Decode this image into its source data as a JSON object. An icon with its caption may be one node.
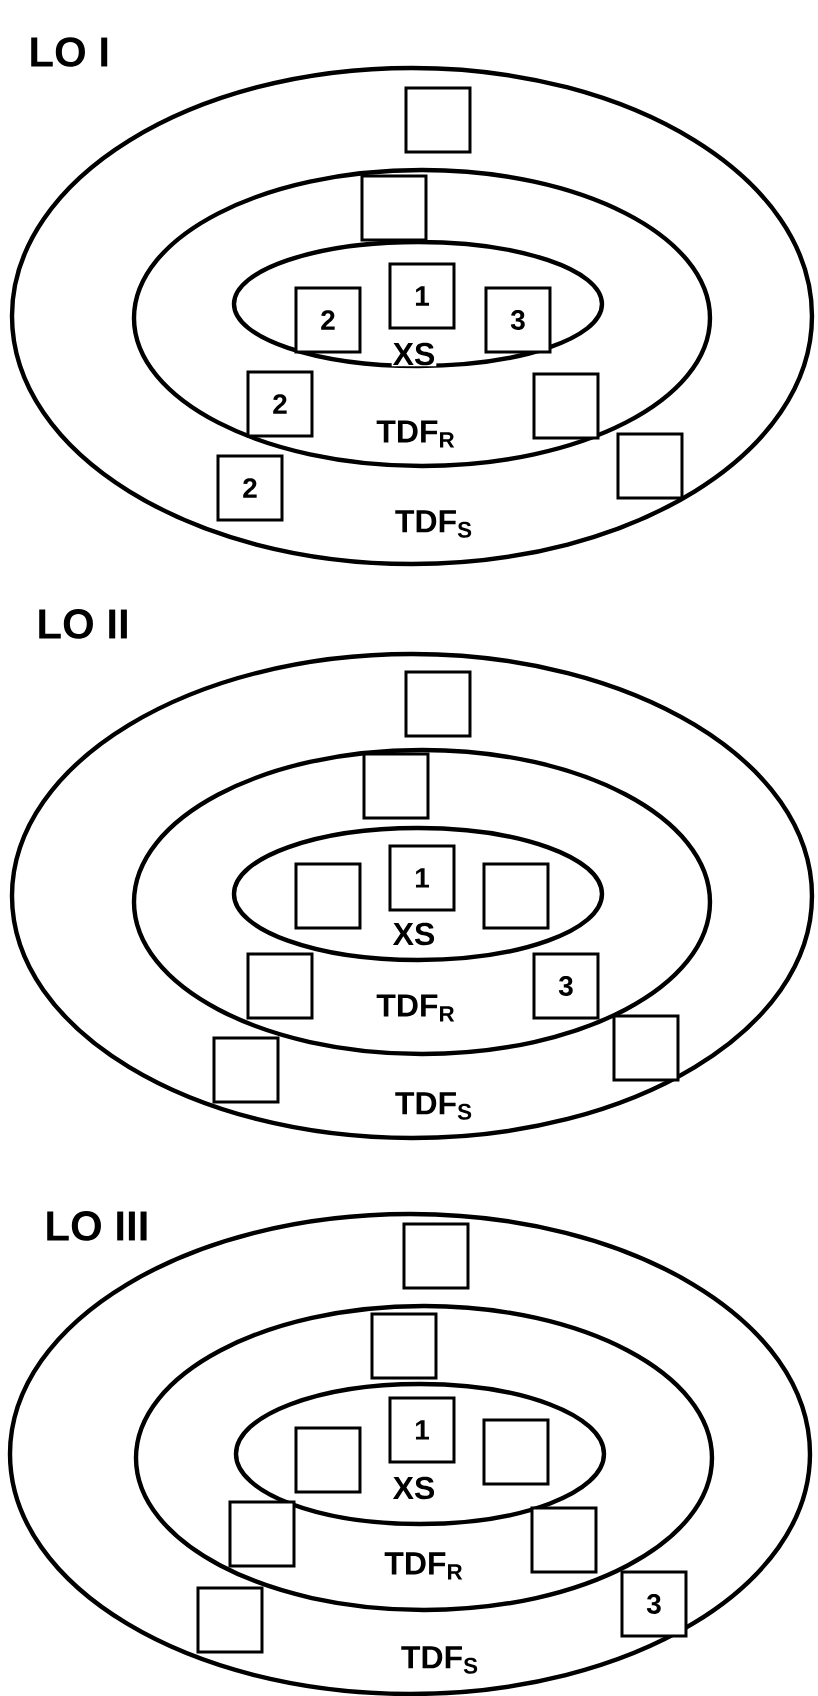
{
  "diagram": {
    "nodes": [
      {
        "text": [
          "TDF$_{S}$"
        ]
      },
      {
        "text": [
          "TDF$_{R}$"
        ],
        "in": 0
      },
      {
        "text": [
          "XS"
        ],
        "in": 1
      },
      {
        "text": [],
        "shape": "box",
        "in": 0
      },
      {
        "text": [],
        "shape": "box",
        "in": 1
      },
      {
        "text": [
          "1"
        ],
        "in": 2
      },
      {
        "text": [
          "2"
        ],
        "in": 2
      },
      {
        "text": [
          "3"
        ],
        "in": 2
      },
      {
        "text": [
          "2"
        ],
        "in": 1
      },
      {
        "text": [],
        "shape": "box",
        "in": 1
      },
      {
        "text": [
          "2"
        ],
        "in": 0
      },
      {
        "text": [],
        "shape": "box",
        "in": 0
      },
      {
        "text": [
          "TDF$_{S}$"
        ]
      },
      {
        "text": [
          "TDF$_{R}$"
        ],
        "in": 12
      },
      {
        "text": [
          "XS"
        ],
        "in": 13
      },
      {
        "text": [],
        "shape": "box",
        "in": 12
      },
      {
        "text": [],
        "shape": "box",
        "in": 13
      },
      {
        "text": [
          "1"
        ],
        "in": 14
      },
      {
        "text": [],
        "shape": "box",
        "in": 14
      },
      {
        "text": [],
        "shape": "box",
        "in": 14
      },
      {
        "text": [],
        "shape": "box",
        "in": 13
      },
      {
        "text": [
          "3"
        ],
        "in": 13
      },
      {
        "text": [],
        "shape": "box",
        "in": 12
      },
      {
        "text": [],
        "shape": "box",
        "in": 12
      },
      {
        "text": [
          "TDF$_{S}$"
        ]
      },
      {
        "text": [
          "TDF$_{R}$"
        ],
        "in": 24
      },
      {
        "text": [
          "XS"
        ],
        "in": 25
      },
      {
        "text": [],
        "shape": "box",
        "in": 24
      },
      {
        "text": [],
        "shape": "box",
        "in": 25
      },
      {
        "text": [
          "1"
        ],
        "in": 26
      },
      {
        "text": [],
        "shape": "box",
        "in": 26
      },
      {
        "text": [],
        "shape": "box",
        "in": 26
      },
      {
        "text": [],
        "shape": "box",
        "in": 25
      },
      {
        "text": [],
        "shape": "box",
        "in": 25
      },
      {
        "text": [],
        "shape": "box",
        "in": 24
      },
      {
        "text": [
          "3"
        ],
        "in": 24
      }
    ],
    "labels": [
      "LO I",
      "LO II",
      "LO III"
    ]
  }
}
